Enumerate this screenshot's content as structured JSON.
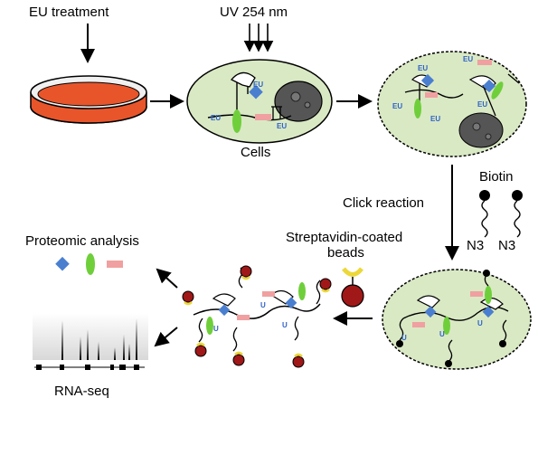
{
  "labels": {
    "eu_treatment": "EU treatment",
    "uv": "UV 254 nm",
    "cells": "Cells",
    "click_reaction": "Click reaction",
    "biotin": "Biotin",
    "n3_a": "N3",
    "n3_b": "N3",
    "streptavidin_line1": "Streptavidin-coated",
    "streptavidin_line2": "beads",
    "proteomic": "Proteomic analysis",
    "rnaseq": "RNA-seq"
  },
  "marks": {
    "eu": "EU",
    "u": "U"
  },
  "colors": {
    "dish_medium": "#e8552b",
    "cell_fill": "#d9e9c4",
    "protein_blue": "#4a7fd0",
    "protein_green": "#6fcf3b",
    "protein_pink": "#f0a0a0",
    "bead_red": "#a01818",
    "bead_yellow": "#ecd83a",
    "nucleus": "#555555"
  }
}
